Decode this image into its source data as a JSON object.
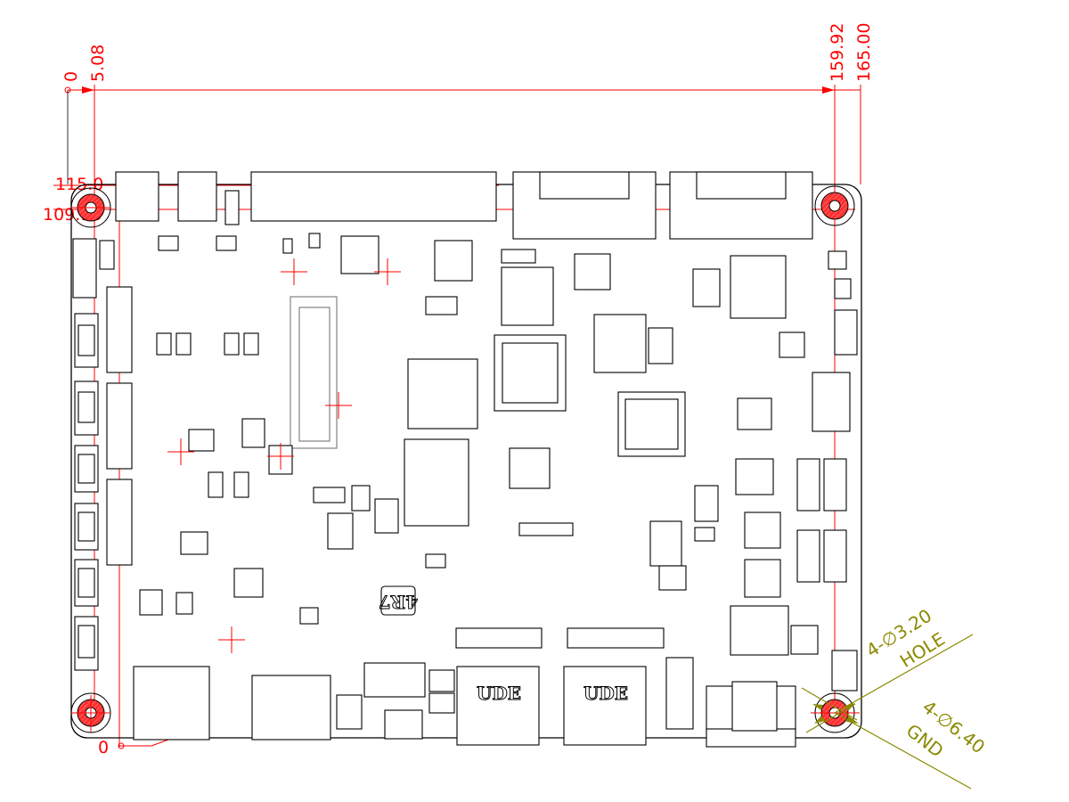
{
  "drawing": {
    "dimensions_top": [
      "0",
      "5.08",
      "159.92",
      "165.00"
    ],
    "dimensions_left": [
      "115.0",
      "109.93"
    ],
    "dimension_bottom": "0",
    "annotations": {
      "hole_spec": "4-∅3.20",
      "hole_label": "HOLE",
      "gnd_spec": "4-∅6.40",
      "gnd_label": "GND"
    },
    "silkscreen": {
      "inductor": "4R7",
      "rj45_left": "UDE",
      "rj45_right": "UDE"
    },
    "colors": {
      "dimension": "#ff0000",
      "annotation": "#8a8a00",
      "outline": "#000000"
    }
  }
}
